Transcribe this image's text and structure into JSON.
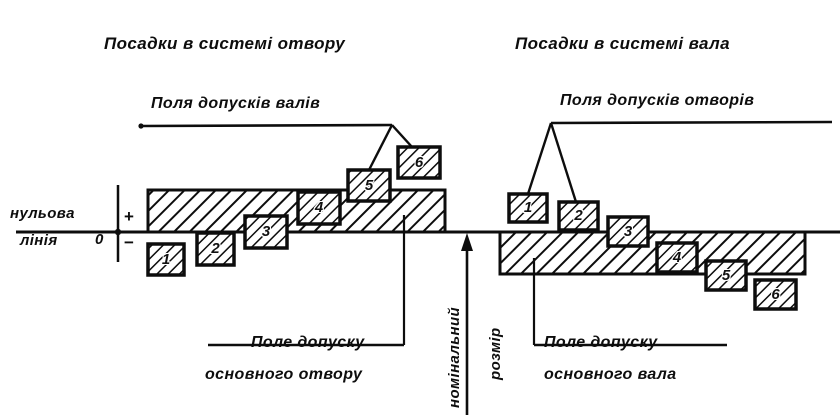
{
  "diagram": {
    "titles": {
      "left": "Посадки в системі отвору",
      "right": "Посадки в системі вала"
    },
    "callouts": {
      "left_top": "Поля допусків валів",
      "right_top": "Поля допусків отворів",
      "left_bottom_line1": "Поле допуску",
      "left_bottom_line2": "основного отвору",
      "right_bottom_line1": "Поле допуску",
      "right_bottom_line2": "основного вала"
    },
    "axis": {
      "zero_label_line1": "нульова",
      "zero_label_line2": "лінія",
      "zero_value": "0",
      "plus_sign": "+",
      "minus_sign": "−",
      "vertical_label_line1": "номінальний",
      "vertical_label_line2": "розмір"
    },
    "left_system": {
      "base_zone_name": "основний отвір",
      "tolerance_boxes": [
        {
          "label": "1"
        },
        {
          "label": "2"
        },
        {
          "label": "3"
        },
        {
          "label": "4"
        },
        {
          "label": "5"
        },
        {
          "label": "6"
        }
      ]
    },
    "right_system": {
      "base_zone_name": "основний вал",
      "tolerance_boxes": [
        {
          "label": "1"
        },
        {
          "label": "2"
        },
        {
          "label": "3"
        },
        {
          "label": "4"
        },
        {
          "label": "5"
        },
        {
          "label": "6"
        }
      ]
    },
    "colors": {
      "ink": "#0d0d0d",
      "paper": "#ffffff"
    }
  }
}
